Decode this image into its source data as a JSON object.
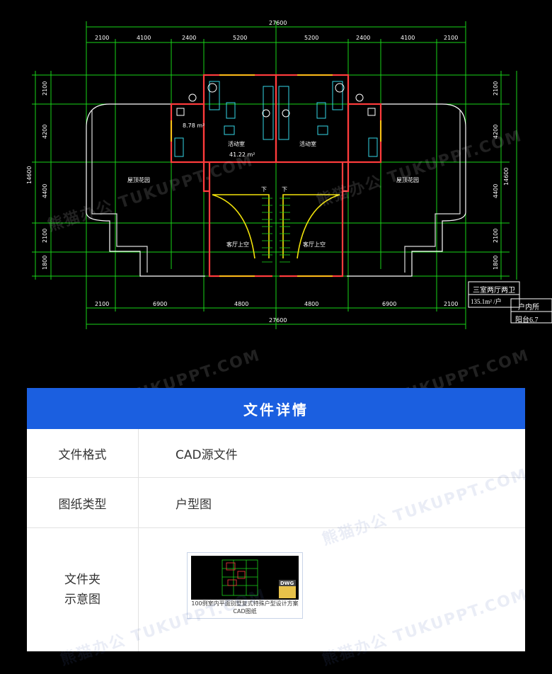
{
  "drawing": {
    "dims_top_total": "27600",
    "dims_top": [
      "2100",
      "4100",
      "2400",
      "5200",
      "5200",
      "2400",
      "4100",
      "2100"
    ],
    "dims_bottom": [
      "2100",
      "6900",
      "4800",
      "4800",
      "6900",
      "2100"
    ],
    "dims_bottom_total": "27600",
    "dims_left": [
      "2100",
      "4200",
      "4400",
      "2100",
      "1800"
    ],
    "dims_right": [
      "2100",
      "4200",
      "4400",
      "2100",
      "1800"
    ],
    "dims_height_left": "14600",
    "dims_height_right": "14600",
    "rooms": {
      "activity_left": "活动室",
      "activity_right": "活动室",
      "activity_area": "41.22 m²",
      "bath_area": "8.78 m²",
      "garden_left": "屋顶花园",
      "garden_right": "屋顶花园",
      "void_left": "客厅上空",
      "void_right": "客厅上空",
      "stair_left": "下",
      "stair_right": "下"
    },
    "legend": {
      "line1": "三室两厅两卫",
      "line2": "135.1m² /户",
      "line3": "户内所",
      "line4": "阳台6.7"
    }
  },
  "details": {
    "title": "文件详情",
    "rows": [
      {
        "label": "文件格式",
        "value": "CAD源文件"
      },
      {
        "label": "图纸类型",
        "value": "户型图"
      },
      {
        "label": "文件夹示意图",
        "value": ""
      }
    ],
    "label3_line1": "文件夹",
    "label3_line2": "示意图",
    "thumb_caption": "100例室内平面别墅复式特殊户型设计方案CAD图纸",
    "thumb_badge": "DWG"
  },
  "watermark": "熊猫办公 TUKUPPT.COM"
}
